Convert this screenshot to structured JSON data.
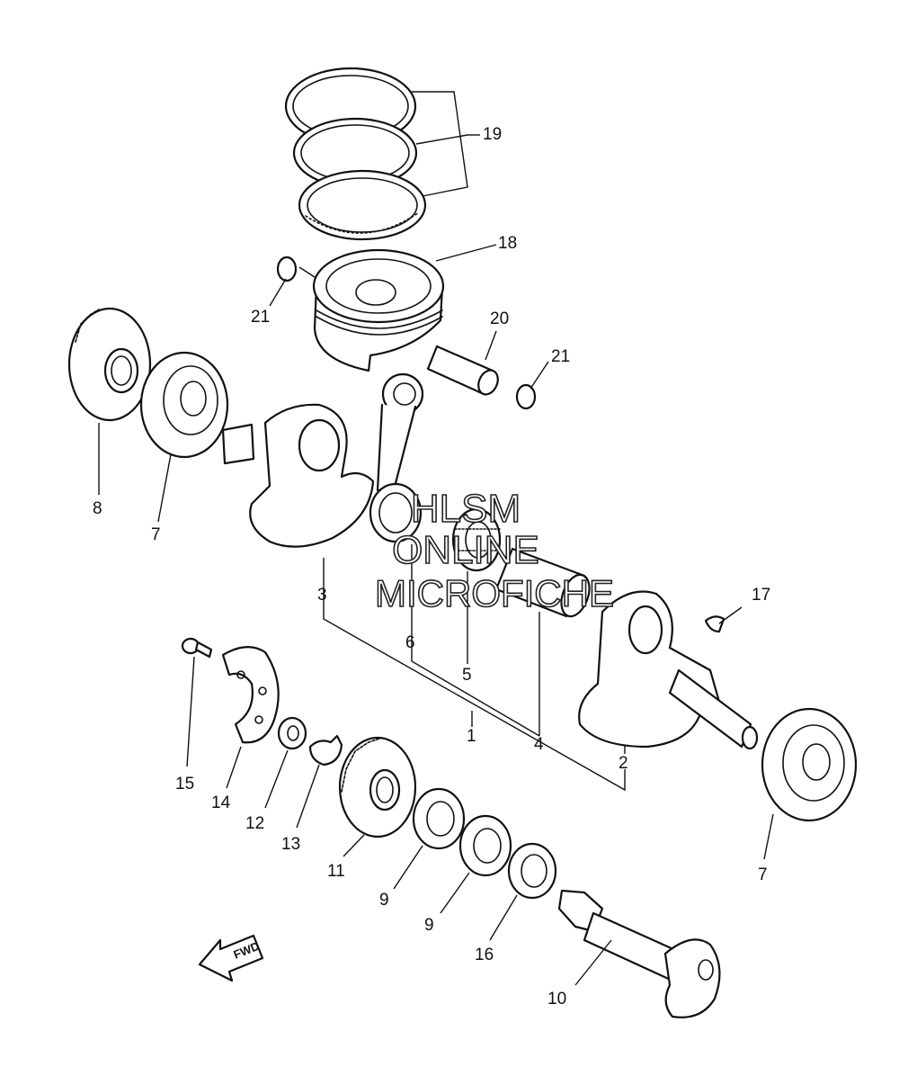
{
  "labels": {
    "p1": "1",
    "p2": "2",
    "p3": "3",
    "p4": "4",
    "p5": "5",
    "p6": "6",
    "p7a": "7",
    "p7b": "7",
    "p8": "8",
    "p9a": "9",
    "p9b": "9",
    "p10": "10",
    "p11": "11",
    "p12": "12",
    "p13": "13",
    "p14": "14",
    "p15": "15",
    "p16": "16",
    "p17": "17",
    "p18": "18",
    "p19": "19",
    "p20": "20",
    "p21a": "21",
    "p21b": "21"
  },
  "watermark": {
    "line1": "HLSM",
    "line2": "ONLINE",
    "line3": "MICROFICHE"
  },
  "fwd_label": "FWD",
  "colors": {
    "ink": "#111111",
    "background": "#ffffff"
  }
}
